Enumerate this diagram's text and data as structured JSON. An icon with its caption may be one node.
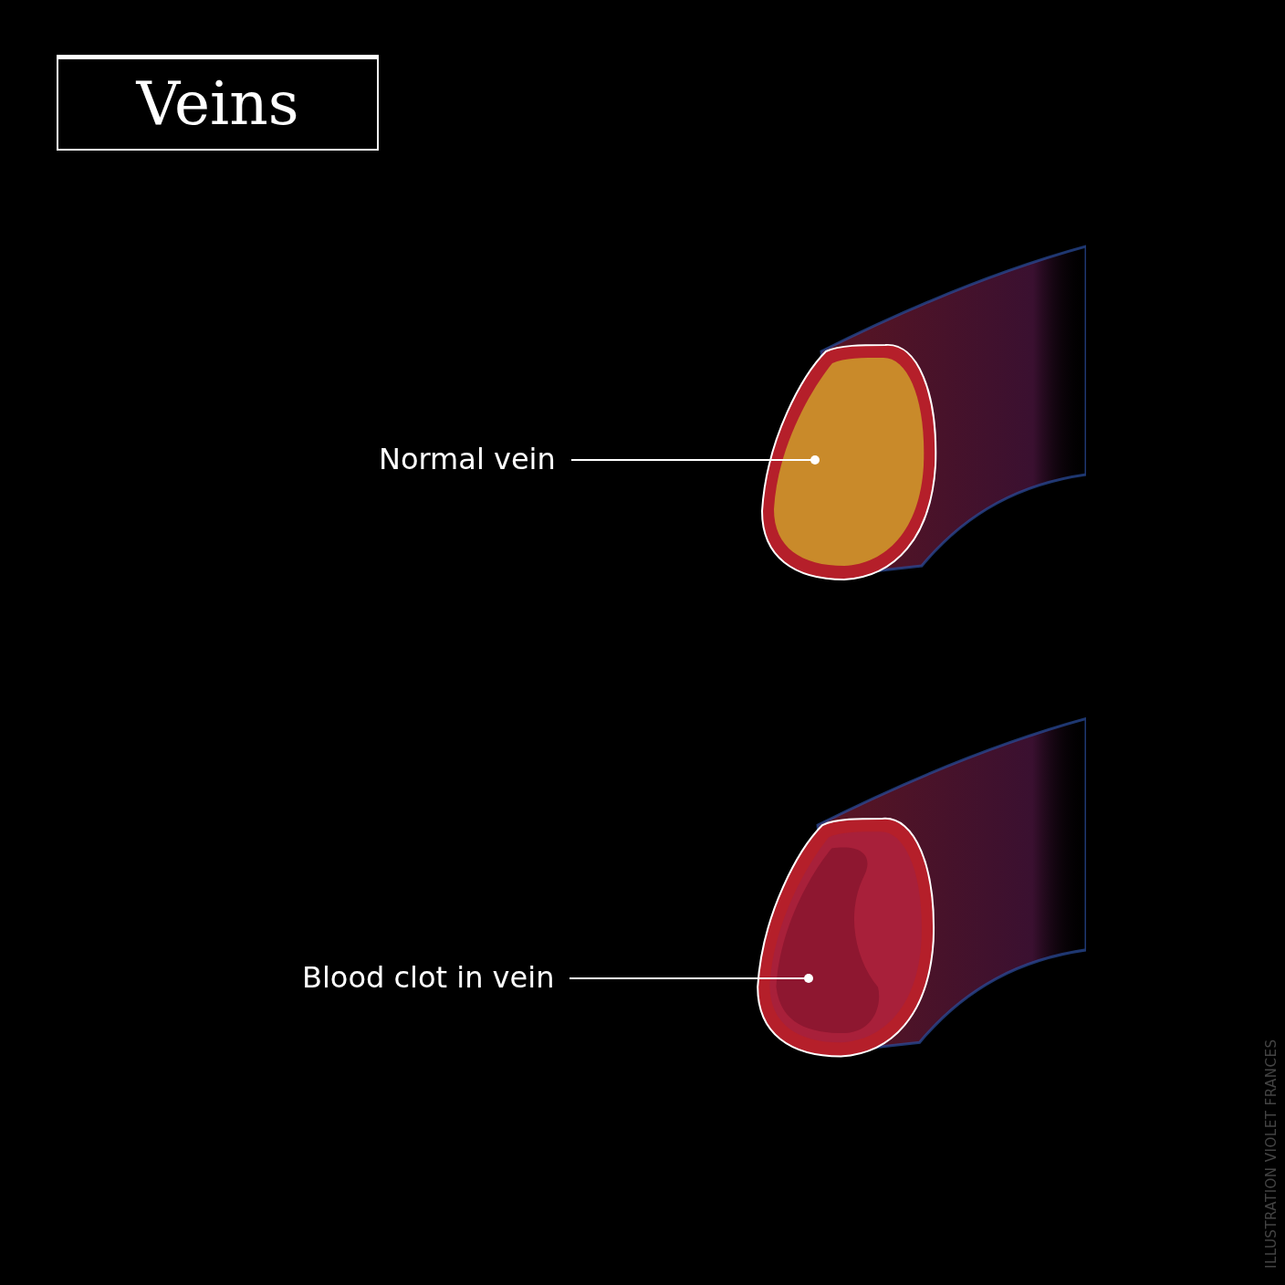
{
  "diagram": {
    "title": "Veins",
    "nodes": [
      {
        "text": [
          "Normal vein"
        ]
      },
      {
        "text": [],
        "shape": "picture"
      },
      {
        "text": [
          "Blood clot in vein"
        ]
      },
      {
        "text": [],
        "shape": "picture"
      }
    ],
    "edges": [
      {
        "from": 0,
        "to": 1,
        "arrow": "other"
      },
      {
        "from": 2,
        "to": 3,
        "arrow": "other"
      }
    ],
    "labels": [
      "ILLUSTRATION VIOLET FRANCES"
    ]
  }
}
